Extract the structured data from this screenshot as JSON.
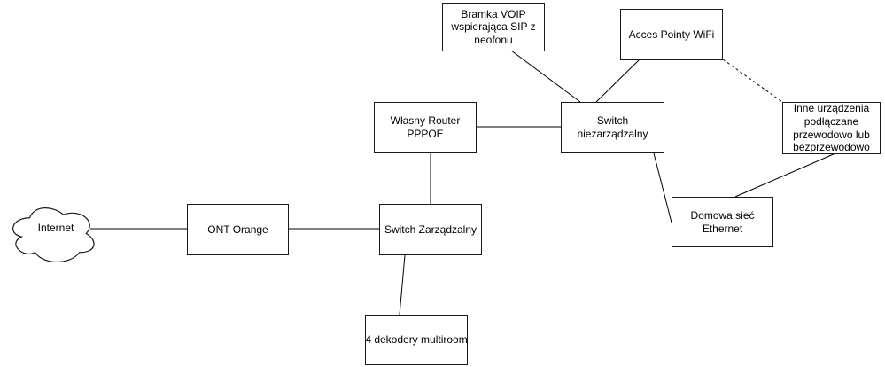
{
  "diagram": {
    "type": "network-topology",
    "colors": {
      "background": "#ffffff",
      "node_fill": "#ffffff",
      "node_stroke": "#000000",
      "edge_color": "#000000",
      "text": "#000000"
    },
    "nodes": {
      "internet": {
        "shape": "cloud",
        "label": "Internet"
      },
      "ont": {
        "shape": "rectangle",
        "label": "ONT Orange"
      },
      "switch_managed": {
        "shape": "rectangle",
        "label": "Switch Zarządzalny"
      },
      "router_pppoe": {
        "shape": "rectangle",
        "label": "Własny Router PPPOE"
      },
      "switch_unmanaged": {
        "shape": "rectangle",
        "label": "Switch niezarządzalny"
      },
      "voip_gateway": {
        "shape": "rectangle",
        "label": "Bramka VOIP wspierająca SIP z neofonu"
      },
      "access_points": {
        "shape": "rectangle",
        "label": "Acces Pointy WiFi"
      },
      "other_devices": {
        "shape": "rectangle",
        "label": "Inne urządzenia podłączane przewodowo lub bezprzewodowo"
      },
      "home_ethernet": {
        "shape": "rectangle",
        "label": "Domowa sieć Ethernet"
      },
      "decoders": {
        "shape": "rectangle",
        "label": "4 dekodery multiroom"
      }
    },
    "edges": [
      {
        "from": "internet",
        "to": "ont",
        "style": "solid"
      },
      {
        "from": "ont",
        "to": "switch_managed",
        "style": "solid"
      },
      {
        "from": "router_pppoe",
        "to": "switch_managed",
        "style": "solid"
      },
      {
        "from": "router_pppoe",
        "to": "switch_unmanaged",
        "style": "solid"
      },
      {
        "from": "voip_gateway",
        "to": "switch_unmanaged",
        "style": "solid"
      },
      {
        "from": "access_points",
        "to": "switch_unmanaged",
        "style": "solid"
      },
      {
        "from": "access_points",
        "to": "other_devices",
        "style": "dashed"
      },
      {
        "from": "switch_unmanaged",
        "to": "home_ethernet",
        "style": "solid"
      },
      {
        "from": "other_devices",
        "to": "home_ethernet",
        "style": "solid"
      },
      {
        "from": "switch_managed",
        "to": "decoders",
        "style": "solid"
      }
    ]
  }
}
